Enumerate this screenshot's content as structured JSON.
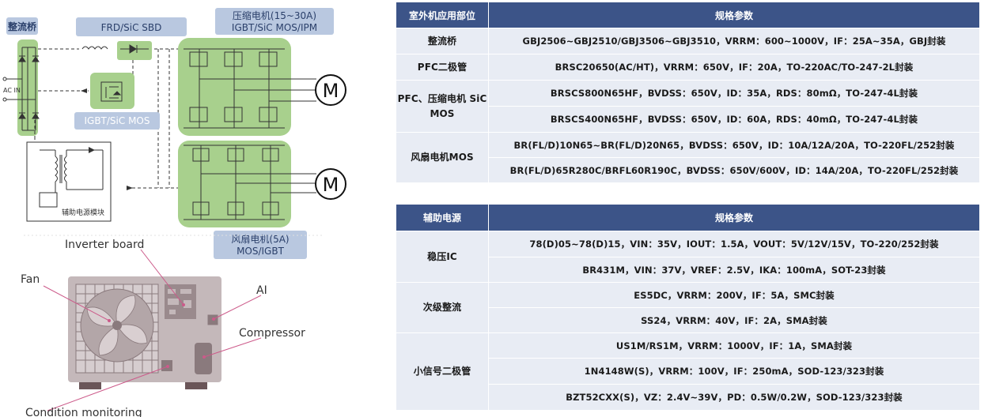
{
  "diagram": {
    "labels": {
      "rectifier": "整流桥",
      "frd_sbd": "FRD/SiC SBD",
      "compressor_motor": [
        "压缩电机(15~30A)",
        "IGBT/SiC MOS/IPM"
      ],
      "ac_in": "AC IN",
      "igbt_sic_mos": "IGBT/SiC MOS",
      "aux_power_module": "辅助电源模块",
      "fan_motor": [
        "风扇电机(5A)",
        "MOS/IGBT"
      ],
      "motor_symbol": "M"
    },
    "callouts": {
      "inverter_board": "Inverter board",
      "fan": "Fan",
      "ai": "AI",
      "compressor": "Compressor",
      "condition_monitoring": "Condition monitoring"
    },
    "colors": {
      "highlight_green": "#a8d08d",
      "label_blue": "#b9c8e0",
      "unit_body": "#c4b8ba",
      "callout_line": "#cc5a8a"
    }
  },
  "table1": {
    "headers": [
      "室外机应用部位",
      "规格参数"
    ],
    "groups": [
      {
        "category": "整流桥",
        "rows": [
          "GBJ2506~GBJ2510/GBJ3506~GBJ3510，VRRM：600~1000V，IF：25A~35A，GBJ封装"
        ]
      },
      {
        "category": "PFC二极管",
        "rows": [
          "BRSC20650(AC/HT)，VRRM：650V，IF：20A，TO-220AC/TO-247-2L封装"
        ]
      },
      {
        "category": "PFC、压缩电机 SiC MOS",
        "rows": [
          "BRSCS800N65HF，BVDSS：650V，ID：35A，RDS：80mΩ，TO-247-4L封装",
          "BRSCS400N65HF，BVDSS：650V，ID：60A，RDS：40mΩ，TO-247-4L封装"
        ]
      },
      {
        "category": "风扇电机MOS",
        "rows": [
          "BR(FL/D)10N65~BR(FL/D)20N65，BVDSS：650V，ID：10A/12A/20A，TO-220FL/252封装",
          "BR(FL/D)65R280C/BRFL60R190C，BVDSS：650V/600V，ID：14A/20A，TO-220FL/252封装"
        ]
      }
    ]
  },
  "table2": {
    "headers": [
      "辅助电源",
      "规格参数"
    ],
    "groups": [
      {
        "category": "稳压IC",
        "rows": [
          "78(D)05~78(D)15，VIN：35V，IOUT：1.5A，VOUT：5V/12V/15V，TO-220/252封装",
          "BR431M，VIN：37V，VREF：2.5V，IKA：100mA，SOT-23封装"
        ]
      },
      {
        "category": "次级整流",
        "rows": [
          "ES5DC，VRRM：200V，IF：5A，SMC封装",
          "SS24，VRRM：40V，IF：2A，SMA封装"
        ]
      },
      {
        "category": "小信号二极管",
        "rows": [
          "US1M/RS1M，VRRM：1000V，IF：1A，SMA封装",
          "1N4148W(S)，VRRM：100V，IF：250mA，SOD-123/323封装",
          "BZT52CXX(S)，VZ：2.4V~39V，PD：0.5W/0.2W，SOD-123/323封装"
        ]
      }
    ]
  }
}
